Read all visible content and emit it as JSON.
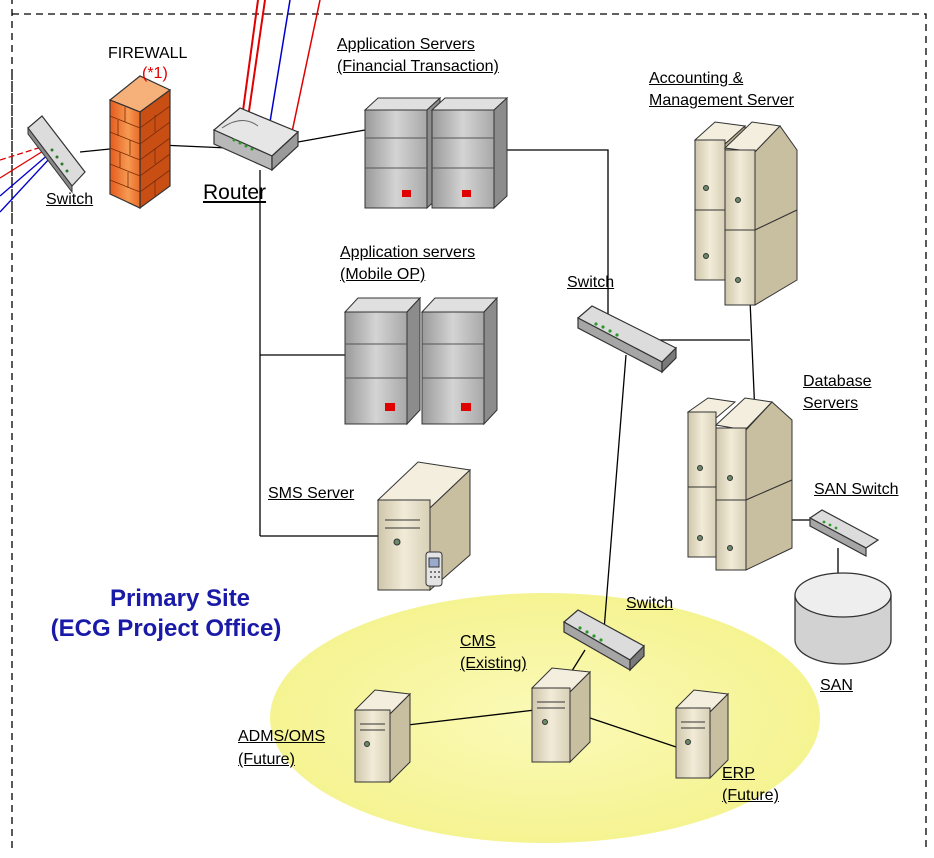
{
  "labels": {
    "firewall": "FIREWALL",
    "firewall_note": "(*1)",
    "switch_left": "Switch",
    "router": "Router",
    "app_fin_1": "Application Servers",
    "app_fin_2": "(Financial Transaction)",
    "acct_1": "Accounting &",
    "acct_2": "Management Server",
    "app_mob_1": "Application servers",
    "app_mob_2": "(Mobile OP)",
    "switch_mid": "Switch",
    "db_1": "Database",
    "db_2": "Servers",
    "sms": "SMS Server",
    "san_switch": "SAN Switch",
    "switch_low": "Switch",
    "cms_1": "CMS",
    "cms_2": "(Existing)",
    "san": "SAN",
    "adms_1": "ADMS/OMS",
    "adms_2": "(Future)",
    "erp_1": "ERP",
    "erp_2": "(Future)"
  },
  "site": {
    "line1": "Primary Site",
    "line2": "(ECG Project Office)"
  },
  "colors": {
    "link_black": "#000000",
    "wan_red": "#e00000",
    "wan_blue": "#0000cc",
    "site_text": "#1a1aa8",
    "cluster_fill": "#f7f59a",
    "firewall_orange": "#f07a30",
    "server_gray": "#b8b8b8",
    "server_beige": "#e8e0c8"
  }
}
